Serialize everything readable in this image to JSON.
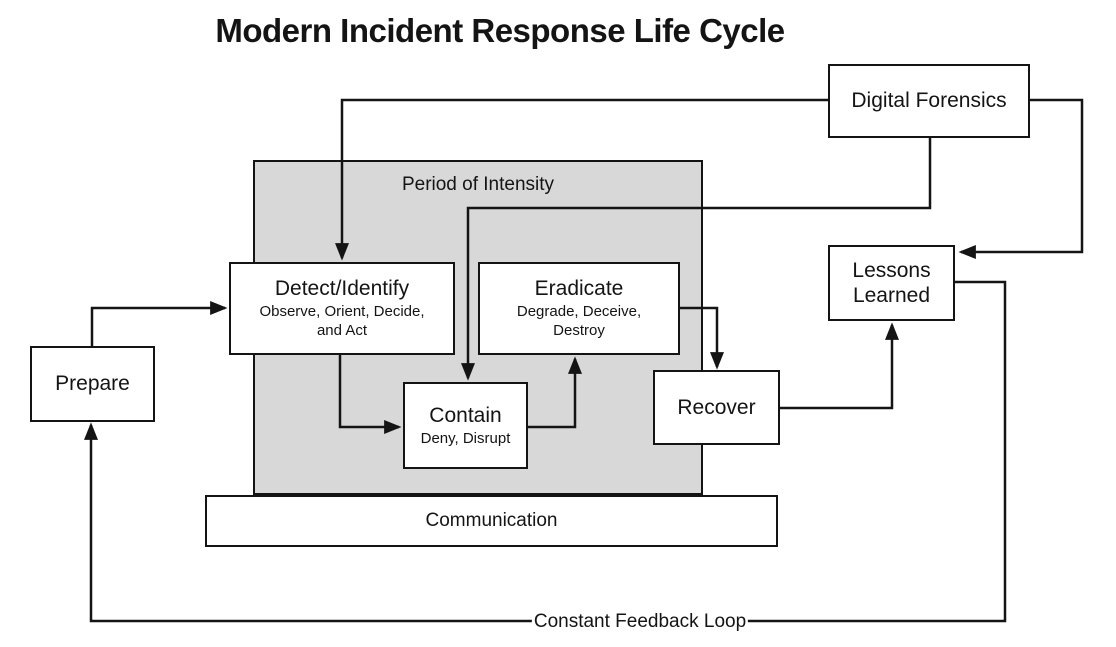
{
  "title": "Modern Incident Response Life Cycle",
  "regions": {
    "period_of_intensity": {
      "label": "Period of Intensity"
    },
    "communication": {
      "label": "Communication"
    }
  },
  "nodes": {
    "prepare": {
      "label": "Prepare"
    },
    "detect_identify": {
      "label": "Detect/Identify",
      "sublabel": "Observe, Orient, Decide, and Act"
    },
    "contain": {
      "label": "Contain",
      "sublabel": "Deny, Disrupt"
    },
    "eradicate": {
      "label": "Eradicate",
      "sublabel": "Degrade, Deceive, Destroy"
    },
    "recover": {
      "label": "Recover"
    },
    "lessons_learned": {
      "label": "Lessons Learned"
    },
    "digital_forensics": {
      "label": "Digital Forensics"
    }
  },
  "annotations": {
    "feedback_loop": "Constant Feedback Loop"
  },
  "edges": [
    {
      "from": "prepare",
      "to": "detect_identify"
    },
    {
      "from": "detect_identify",
      "to": "contain"
    },
    {
      "from": "contain",
      "to": "eradicate"
    },
    {
      "from": "eradicate",
      "to": "recover"
    },
    {
      "from": "recover",
      "to": "lessons_learned"
    },
    {
      "from": "lessons_learned",
      "to": "prepare",
      "label": "Constant Feedback Loop"
    },
    {
      "from": "digital_forensics",
      "to": "detect_identify"
    },
    {
      "from": "digital_forensics",
      "to": "contain"
    },
    {
      "from": "digital_forensics",
      "to": "lessons_learned"
    }
  ],
  "colors": {
    "region_fill": "#d8d8d8",
    "line": "#141414",
    "node_bg": "#ffffff",
    "text": "#141414"
  }
}
